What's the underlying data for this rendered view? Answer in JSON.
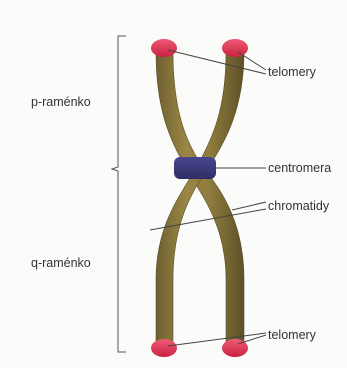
{
  "diagram": {
    "arm_labels": {
      "p_arm": "p-raménko",
      "q_arm": "q-raménko"
    },
    "part_labels": {
      "telomeres_top": "telomery",
      "centromere": "centromera",
      "chromatids": "chromatidy",
      "telomeres_bottom": "telomery"
    },
    "colors": {
      "chromatid_body": "#8c7a3e",
      "chromatid_shadow": "#6a5a2c",
      "telomere": "#e23c5a",
      "centromere": "#3d3a7a",
      "leader_lines": "#444444",
      "brackets": "#555555"
    }
  }
}
